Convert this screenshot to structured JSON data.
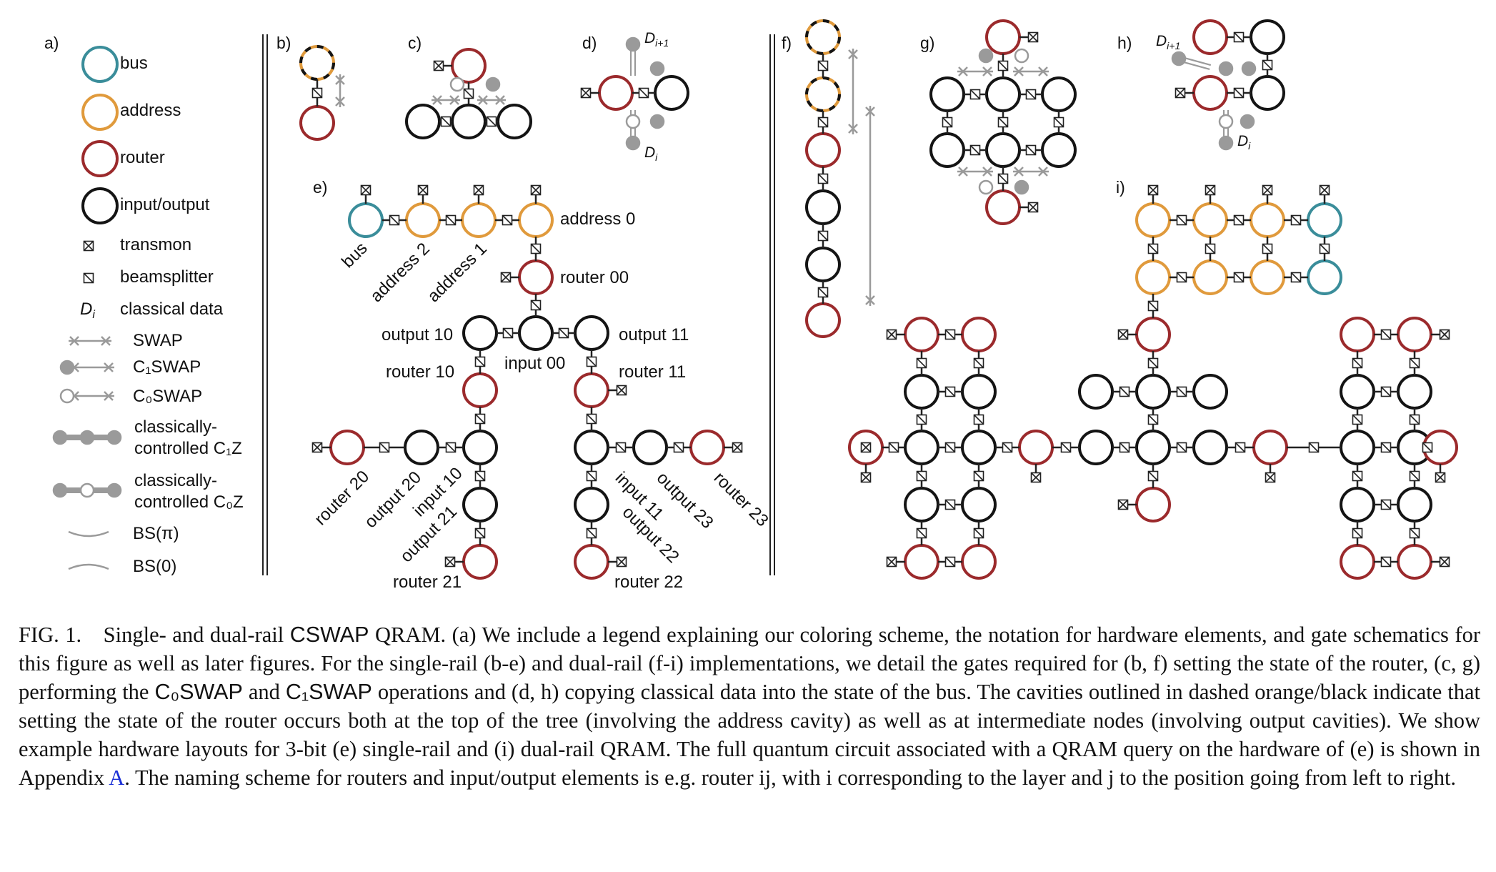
{
  "colors": {
    "bus": "#3a8d9a",
    "address": "#e09a3c",
    "router": "#9b2a2c",
    "io": "#141414",
    "gate": "#9a9a9a",
    "link": "#1a2fd6"
  },
  "panels": {
    "a": "a)",
    "b": "b)",
    "c": "c)",
    "d": "d)",
    "e": "e)",
    "f": "f)",
    "g": "g)",
    "h": "h)",
    "i": "i)"
  },
  "legend": {
    "bus": "bus",
    "address": "address",
    "router": "router",
    "io": "input/output",
    "transmon": "transmon",
    "beamsplitter": "beamsplitter",
    "classical_symbol": "D",
    "classical_sub": "i",
    "classical": "classical data",
    "swap": "SWAP",
    "c1swap": "C₁SWAP",
    "c0swap": "C₀SWAP",
    "cc1z_line1": "classically-",
    "cc1z_line2": "controlled C₁Z",
    "cc0z_line1": "classically-",
    "cc0z_line2": "controlled C₀Z",
    "bs_pi": "BS(π)",
    "bs_0": "BS(0)"
  },
  "labels_d": {
    "top_D": "D",
    "top_sub": "i+1",
    "bot_D": "D",
    "bot_sub": "i"
  },
  "labels_h": {
    "top_D": "D",
    "top_sub": "i+1",
    "bot_D": "D",
    "bot_sub": "i"
  },
  "labels_e": {
    "address0": "address 0",
    "router00": "router 00",
    "output10": "output 10",
    "output11": "output 11",
    "input00": "input 00",
    "router10": "router 10",
    "router11": "router 11",
    "router21": "router 21",
    "router22": "router 22",
    "bus": "bus",
    "address2": "address 2",
    "address1": "address 1",
    "router20": "router 20",
    "output20": "output 20",
    "input10": "input 10",
    "output21": "output 21",
    "input11": "input 11",
    "output22": "output 22",
    "output23": "output 23",
    "router23": "router 23"
  },
  "caption": {
    "p1": "FIG. 1. Single- and dual-rail ",
    "p2": "CSWAP",
    "p3": " QRAM. (a) We include a legend explaining our coloring scheme, the notation for hardware elements, and gate schematics for this figure as well as later figures. For the single-rail (b-e) and dual-rail (f-i) implementations, we detail the gates required for (b, f) setting the state of the router, (c, g) performing the ",
    "p4": "C₀SWAP",
    "p5": " and ",
    "p6": "C₁SWAP",
    "p7": " operations and (d, h) copying classical data into the state of the bus. The cavities outlined in dashed orange/black indicate that setting the state of the router occurs both at the top of the tree (involving the address cavity) as well as at intermediate nodes (involving output cavities). We show example hardware layouts for 3-bit (e) single-rail and (i) dual-rail QRAM. The full quantum circuit associated with a QRAM query on the hardware of (e) is shown in Appendix ",
    "p8": "A",
    "p9": ". The naming scheme for routers and input/output elements is e.g. router ij, with i corresponding to the layer and j to the position going from left to right."
  }
}
